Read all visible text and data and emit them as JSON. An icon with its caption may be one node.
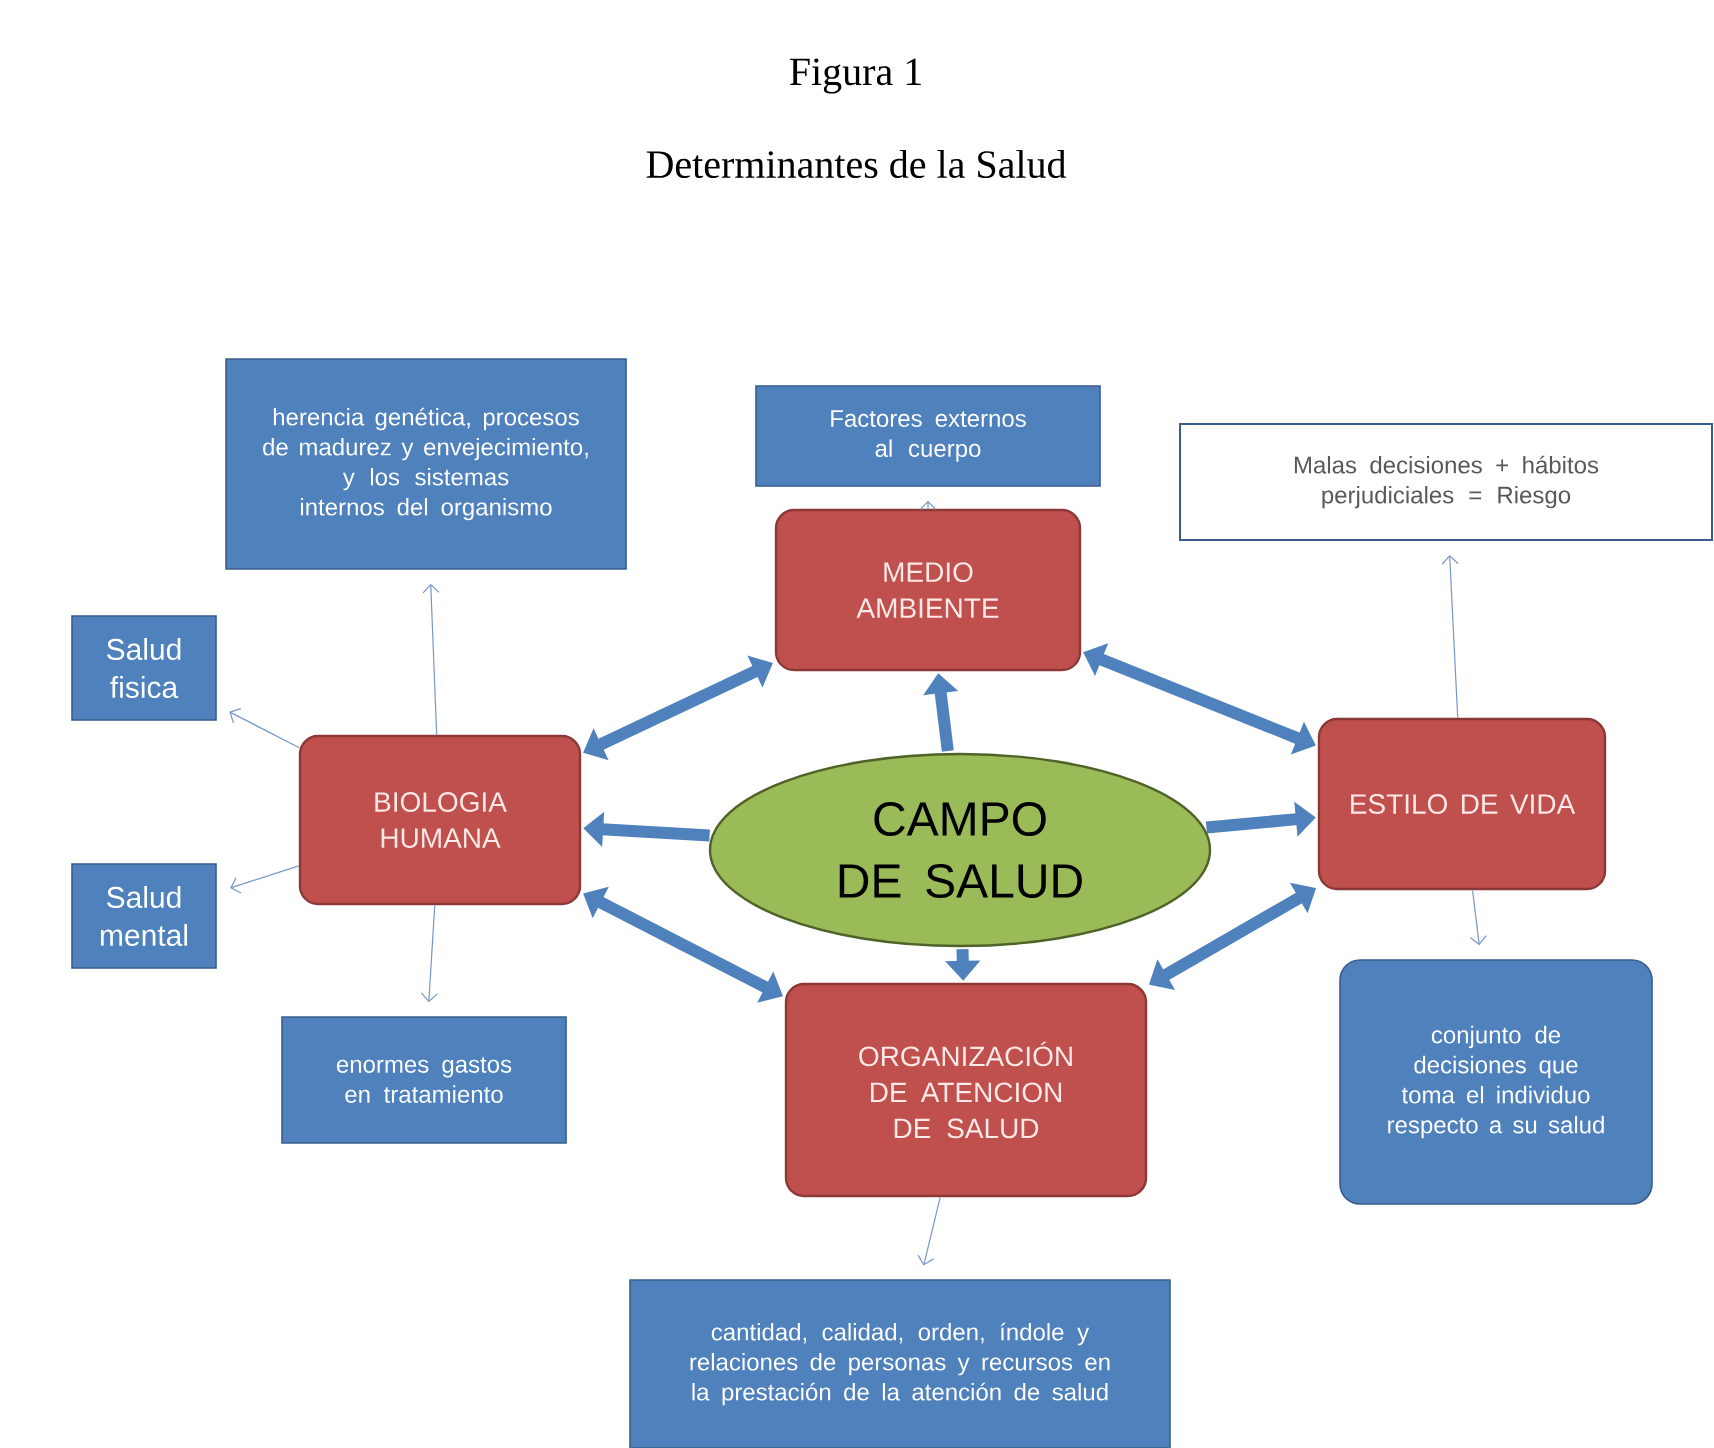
{
  "diagram": {
    "title": "Determinantes de la Salud",
    "nodes": [
      {
        "text": [
          "CAMPO DE SALUD"
        ]
      },
      {
        "text": [
          "MEDIO AMBIENTE"
        ]
      },
      {
        "text": [
          "BIOLOGIA HUMANA"
        ]
      },
      {
        "text": [
          "ESTILO DE VIDA"
        ]
      },
      {
        "text": [
          "ORGANIZACIÓN DE ATENCION DE SALUD"
        ]
      },
      {
        "text": [
          "Factores externos al cuerpo"
        ]
      },
      {
        "text": [
          "herencia genética, procesos de madurez y envejecimiento, y los sistemas internos del organismo"
        ]
      },
      {
        "text": [
          "Malas decisiones + hábitos perjudiciales = Riesgo"
        ]
      },
      {
        "text": [
          "Salud fisica"
        ]
      },
      {
        "text": [
          "Salud mental"
        ]
      },
      {
        "text": [
          "enormes gastos en tratamiento"
        ]
      },
      {
        "text": [
          "conjunto de decisiones que toma el individuo respecto a su salud"
        ]
      },
      {
        "text": [
          "cantidad, calidad, orden, índole y relaciones de personas y recursos en la prestación de la atención de salud"
        ]
      }
    ],
    "edges": [
      {
        "from": 0,
        "to": 1,
        "arrow": "to",
        "style": "thick"
      },
      {
        "from": 0,
        "to": 2,
        "arrow": "to",
        "style": "thick"
      },
      {
        "from": 0,
        "to": 3,
        "arrow": "to",
        "style": "thick"
      },
      {
        "from": 0,
        "to": 4,
        "arrow": "to",
        "style": "thick"
      },
      {
        "from": 1,
        "to": 2,
        "arrow": "both",
        "style": "thick"
      },
      {
        "from": 1,
        "to": 3,
        "arrow": "both",
        "style": "thick"
      },
      {
        "from": 4,
        "to": 2,
        "arrow": "both",
        "style": "thick"
      },
      {
        "from": 4,
        "to": 3,
        "arrow": "both",
        "style": "thick"
      },
      {
        "from": 1,
        "to": 5,
        "arrow": "to"
      },
      {
        "from": 2,
        "to": 6,
        "arrow": "to"
      },
      {
        "from": 2,
        "to": 8,
        "arrow": "to"
      },
      {
        "from": 2,
        "to": 9,
        "arrow": "to"
      },
      {
        "from": 2,
        "to": 10,
        "arrow": "to"
      },
      {
        "from": 3,
        "to": 7,
        "arrow": "to"
      },
      {
        "from": 3,
        "to": 11,
        "arrow": "to"
      },
      {
        "from": 4,
        "to": 12,
        "arrow": "to"
      }
    ],
    "labels": [
      "Figura 1"
    ]
  }
}
